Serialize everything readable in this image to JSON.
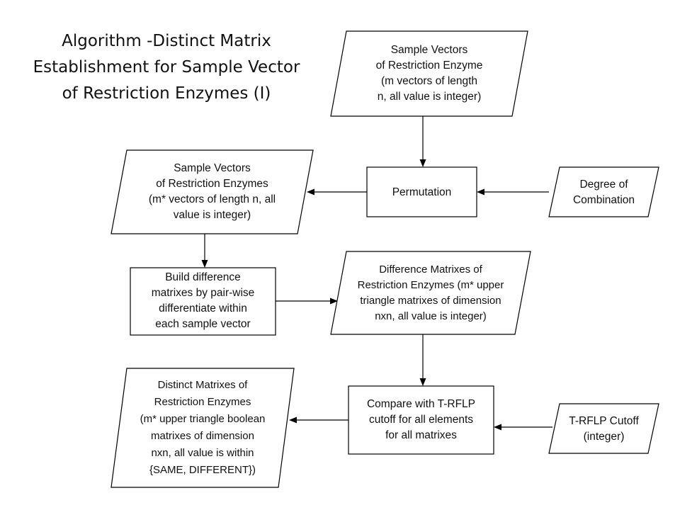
{
  "title": {
    "lines": [
      "Algorithm -Distinct Matrix",
      "Establishment for Sample Vector",
      "of Restriction Enzymes (I)"
    ]
  },
  "nodes": {
    "sample_vectors_input": {
      "shape": "parallelogram",
      "lines": [
        "Sample Vectors",
        "of Restriction Enzyme",
        "(m vectors of length",
        "n, all value is integer)"
      ]
    },
    "permutation": {
      "shape": "process",
      "lines": [
        "Permutation"
      ]
    },
    "degree_of_combination": {
      "shape": "parallelogram",
      "lines": [
        "Degree of",
        "Combination"
      ]
    },
    "sample_vectors_permuted": {
      "shape": "parallelogram",
      "lines": [
        "Sample Vectors",
        "of Restriction Enzymes",
        "(m* vectors of length n, all",
        "value is integer)"
      ]
    },
    "build_difference": {
      "shape": "process",
      "lines": [
        "Build difference",
        "matrixes by pair-wise",
        "differentiate within",
        "each sample vector"
      ]
    },
    "difference_matrixes": {
      "shape": "parallelogram",
      "lines": [
        "Difference Matrixes of",
        "Restriction Enzymes (m* upper",
        "triangle matrixes of dimension",
        "nxn, all value is integer)"
      ]
    },
    "compare_cutoff": {
      "shape": "process",
      "lines": [
        "Compare with T-RFLP",
        "cutoff for all elements",
        "for all matrixes"
      ]
    },
    "trflp_cutoff": {
      "shape": "parallelogram",
      "lines": [
        "T-RFLP Cutoff",
        "(integer)"
      ]
    },
    "distinct_matrixes": {
      "shape": "parallelogram",
      "lines": [
        "Distinct Matrixes of",
        "Restriction Enzymes",
        "(m* upper triangle boolean",
        "matrixes of dimension",
        "nxn, all value is within",
        "{SAME, DIFFERENT})"
      ]
    }
  },
  "edges": [
    {
      "from": "sample_vectors_input",
      "to": "permutation"
    },
    {
      "from": "degree_of_combination",
      "to": "permutation"
    },
    {
      "from": "permutation",
      "to": "sample_vectors_permuted"
    },
    {
      "from": "sample_vectors_permuted",
      "to": "build_difference"
    },
    {
      "from": "build_difference",
      "to": "difference_matrixes"
    },
    {
      "from": "difference_matrixes",
      "to": "compare_cutoff"
    },
    {
      "from": "trflp_cutoff",
      "to": "compare_cutoff"
    },
    {
      "from": "compare_cutoff",
      "to": "distinct_matrixes"
    }
  ]
}
